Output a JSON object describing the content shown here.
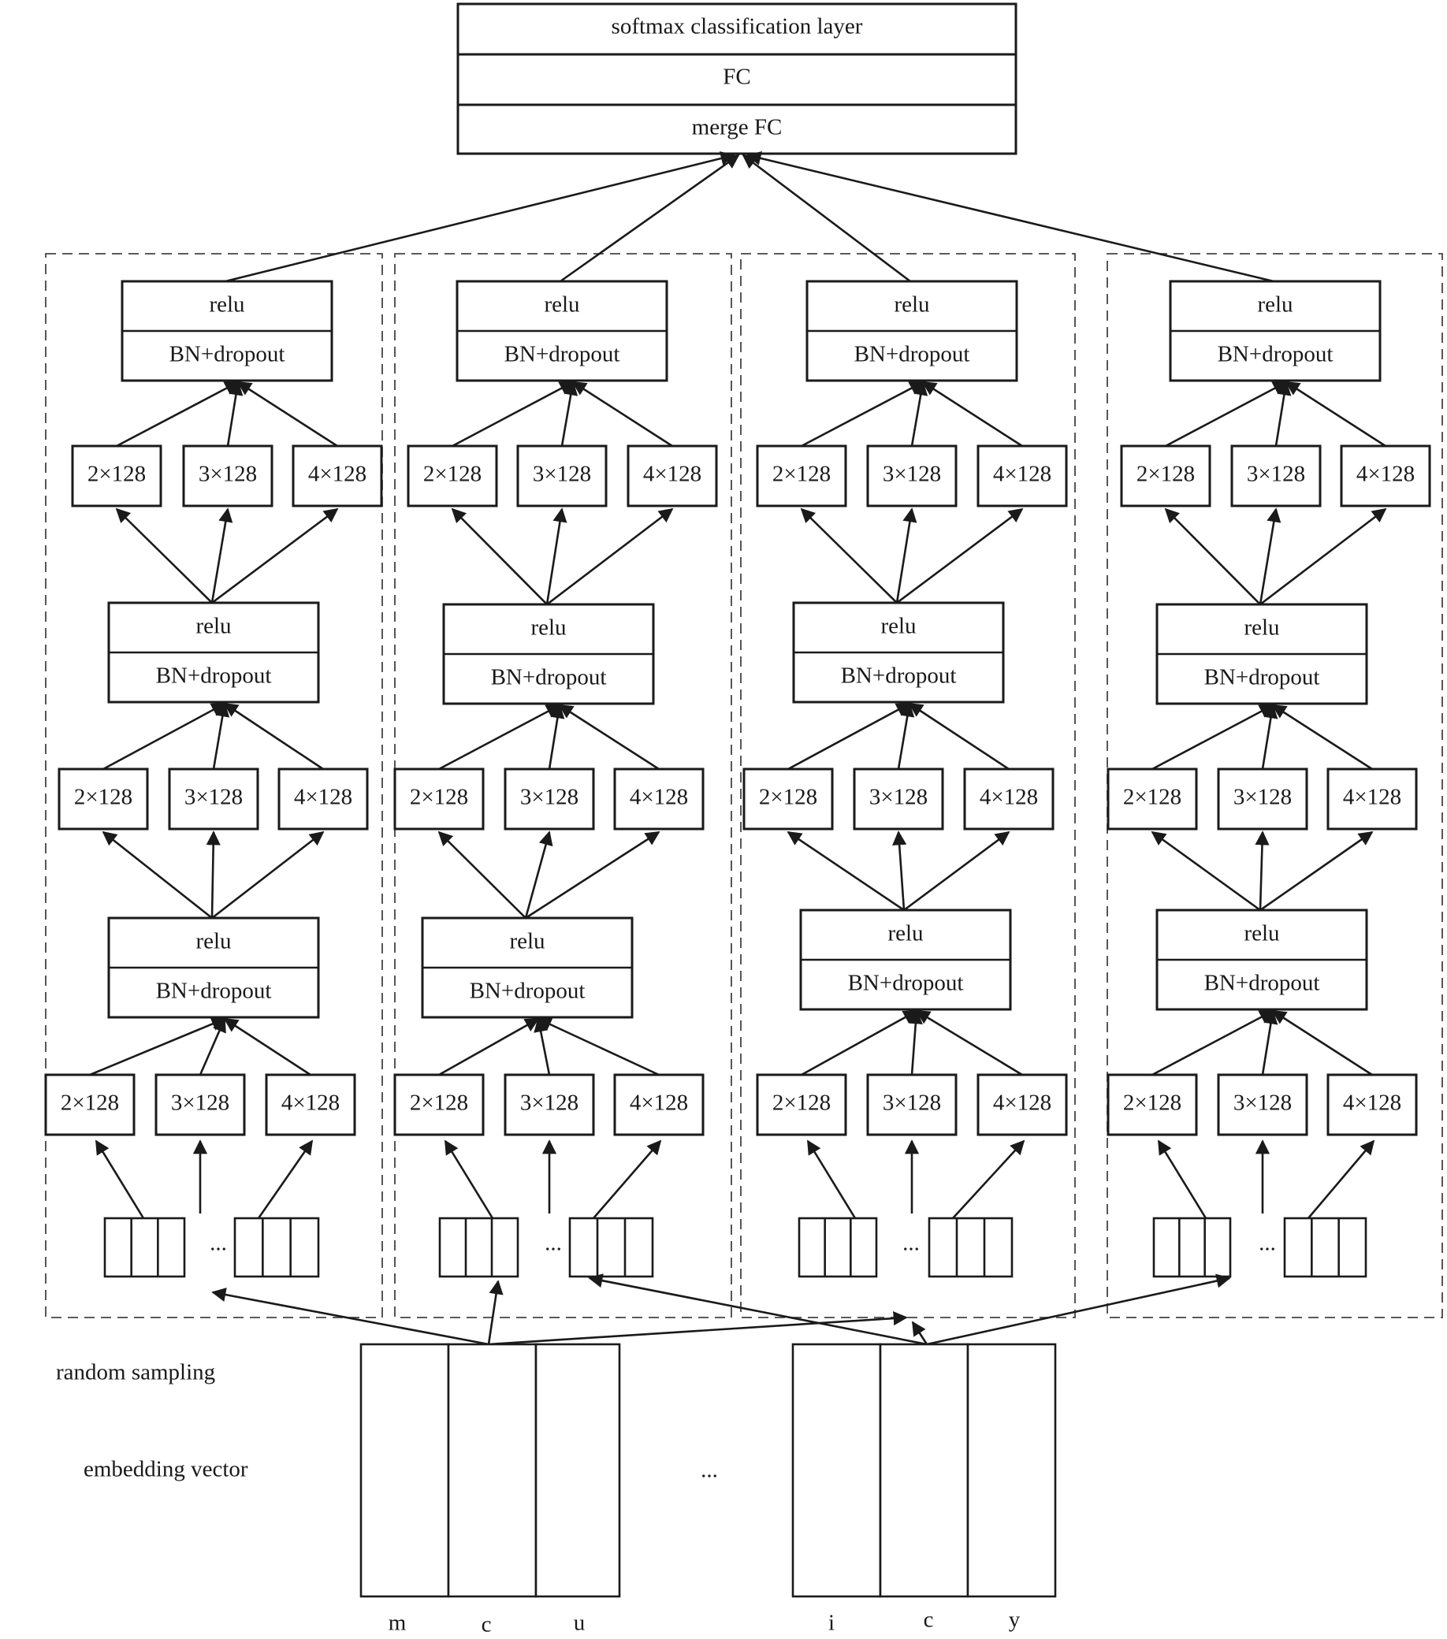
{
  "head": {
    "softmax": "softmax classification layer",
    "fc": "FC",
    "merge": "merge FC"
  },
  "block": {
    "top": "relu",
    "bottom": "BN+dropout"
  },
  "filters": [
    "2×128",
    "3×128",
    "4×128"
  ],
  "ellipsis": "...",
  "labels": {
    "sampling": "random sampling",
    "embedding": "embedding vector"
  },
  "embedding_groups": [
    {
      "chars": [
        "m",
        "c",
        "u"
      ]
    },
    {
      "chars": [
        "i",
        "c",
        "y"
      ]
    }
  ],
  "columns": 4,
  "colors": {
    "stroke": "#1a1a1a",
    "background": "#ffffff"
  }
}
